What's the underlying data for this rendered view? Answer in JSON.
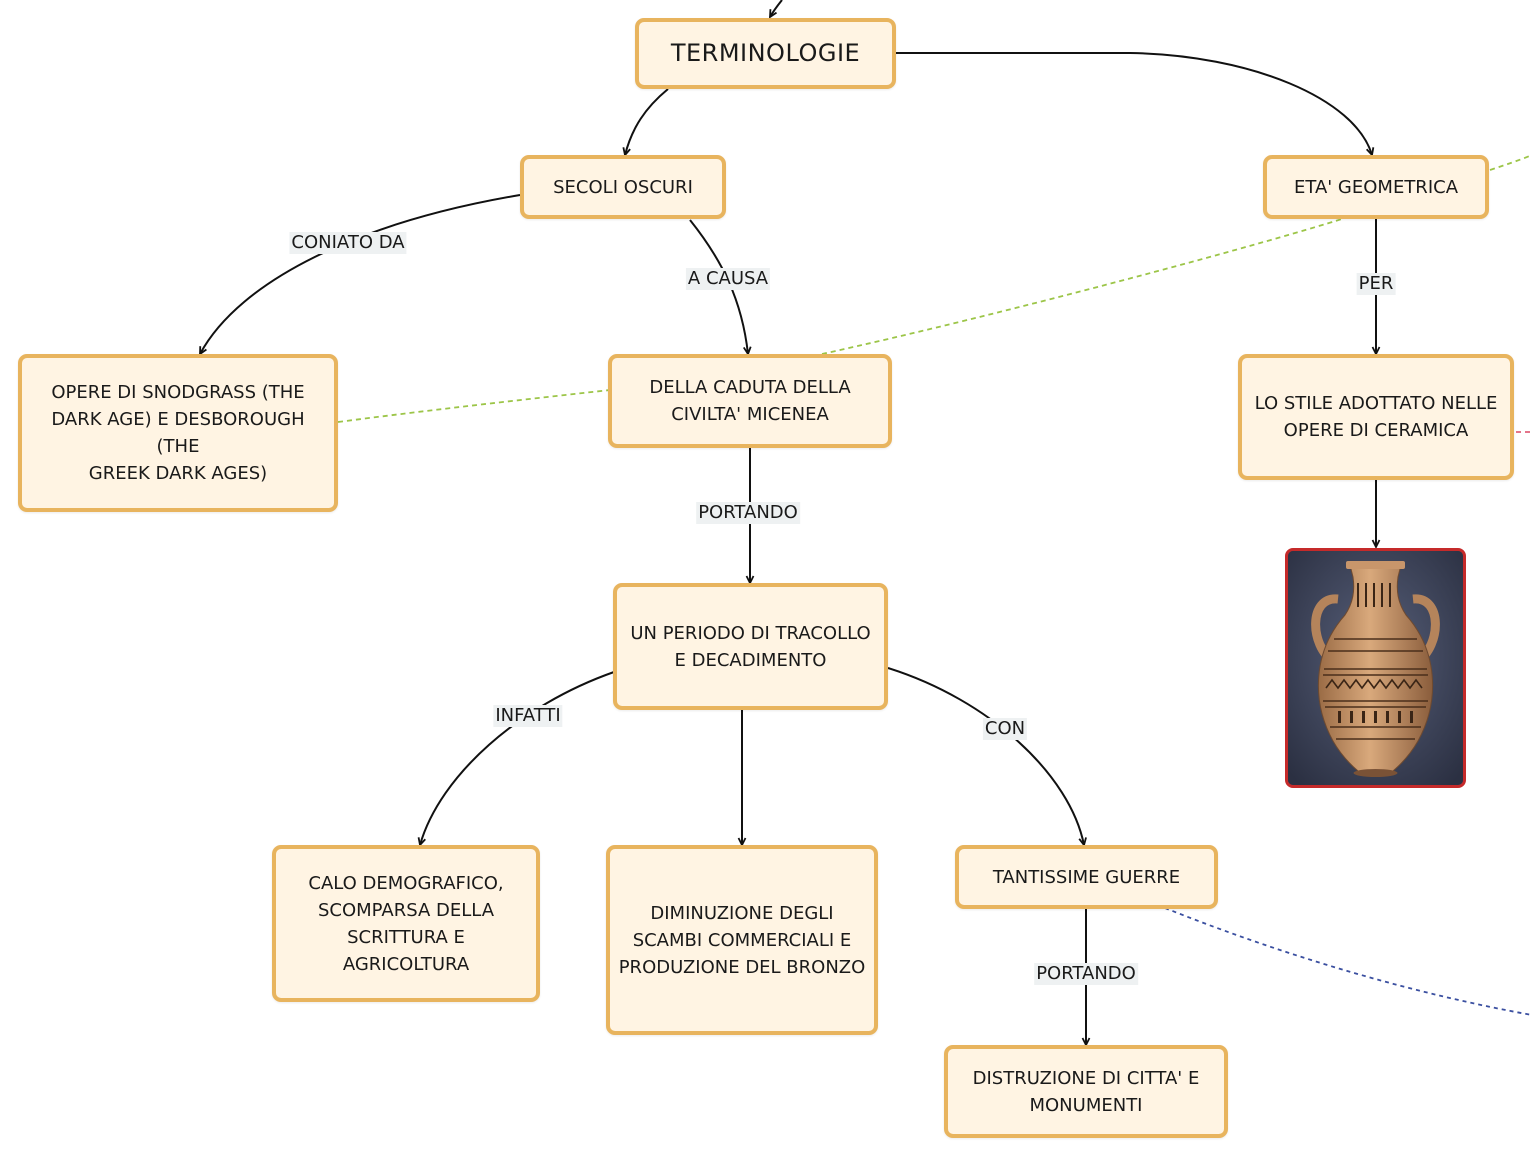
{
  "nodes": {
    "terminologie": "TERMINOLOGIE",
    "secoli_oscuri": "SECOLI OSCURI",
    "eta_geometrica": "ETA' GEOMETRICA",
    "opere_snodgrass": "OPERE DI  SNODGRASS (THE\nDARK AGE) E DESBOROUGH (THE\nGREEK DARK AGES)",
    "caduta_civilta": "DELLA CADUTA DELLA\nCIVILTA' MICENEA",
    "stile_adottato": "LO STILE ADOTTATO NELLE\nOPERE DI CERAMICA",
    "periodo_tracollo": "UN PERIODO DI TRACOLLO\nE DECADIMENTO",
    "calo_demografico": "CALO DEMOGRAFICO,\nSCOMPARSA DELLA\nSCRITTURA E\nAGRICOLTURA",
    "diminuzione_scambi": "DIMINUZIONE DEGLI\nSCAMBI COMMERCIALI E\nPRODUZIONE DEL BRONZO",
    "tantissime_guerre": "TANTISSIME GUERRE",
    "distruzione_citta": "DISTRUZIONE DI CITTA' E\nMONUMENTI"
  },
  "edge_labels": {
    "coniato_da": "CONIATO DA",
    "a_causa": "A CAUSA",
    "per": "PER",
    "portando_1": "PORTANDO",
    "infatti": "INFATTI",
    "con": "CON",
    "portando_2": "PORTANDO"
  },
  "colors": {
    "node_fill": "#fff4e3",
    "node_border": "#e8b45e",
    "connector": "#111111",
    "dashed_green": "#9cc548",
    "dashed_blue": "#3a4fa0",
    "dashed_red": "#e0627a",
    "image_border": "#c52a2a"
  },
  "image": {
    "subject": "geometric-amphora-image"
  }
}
